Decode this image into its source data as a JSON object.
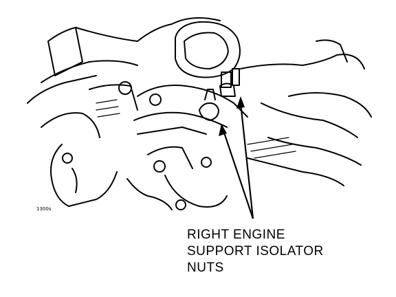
{
  "figure": {
    "id": "1300s",
    "callout_lines": [
      "RIGHT ENGINE",
      "SUPPORT ISOLATOR",
      "NUTS"
    ]
  },
  "icons": {
    "engine_illustration": "engine-support-illustration-icon",
    "leader_arrows": "arrow-icon"
  }
}
